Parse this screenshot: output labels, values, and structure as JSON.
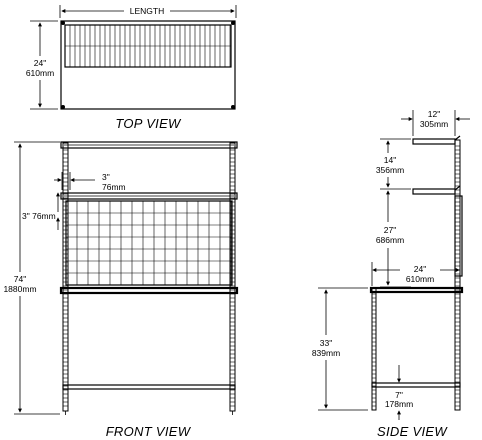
{
  "top_view": {
    "caption": "TOP VIEW",
    "length_label": "LENGTH",
    "depth_in": "24\"",
    "depth_mm": "610mm"
  },
  "front_view": {
    "caption": "FRONT VIEW",
    "inset_in": "3\"",
    "inset_mm": "76mm",
    "side_gap": "3\" 76mm",
    "height_in": "74\"",
    "height_mm": "1880mm"
  },
  "side_view": {
    "caption": "SIDE VIEW",
    "shelf_depth_in": "12\"",
    "shelf_depth_mm": "305mm",
    "shelf_spacing_in": "14\"",
    "shelf_spacing_mm": "356mm",
    "upper_gap_in": "27\"",
    "upper_gap_mm": "686mm",
    "depth_in": "24\"",
    "depth_mm": "610mm",
    "work_height_in": "33\"",
    "work_height_mm": "839mm",
    "bottom_in": "7\"",
    "bottom_mm": "178mm"
  }
}
